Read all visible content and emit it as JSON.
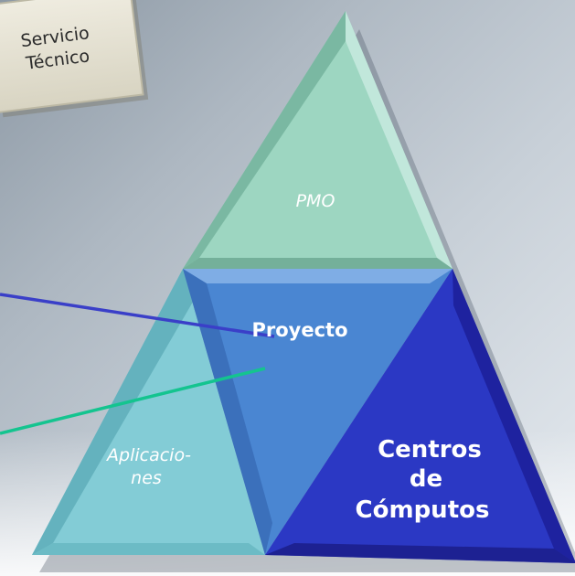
{
  "note": {
    "line1": "Servicio",
    "line2": "Técnico"
  },
  "pyramid": {
    "top": "PMO",
    "middle": "Proyecto",
    "left_line1": "Aplicacio-",
    "left_line2": "nes",
    "right_line1": "Centros",
    "right_line2": "de",
    "right_line3": "Cómputos"
  },
  "colors": {
    "top": "#9dd6c1",
    "middle": "#4a86d2",
    "left": "#83ccd6",
    "right": "#2b38c4",
    "line_blue": "#3a3fc8",
    "line_green": "#14c48f"
  }
}
